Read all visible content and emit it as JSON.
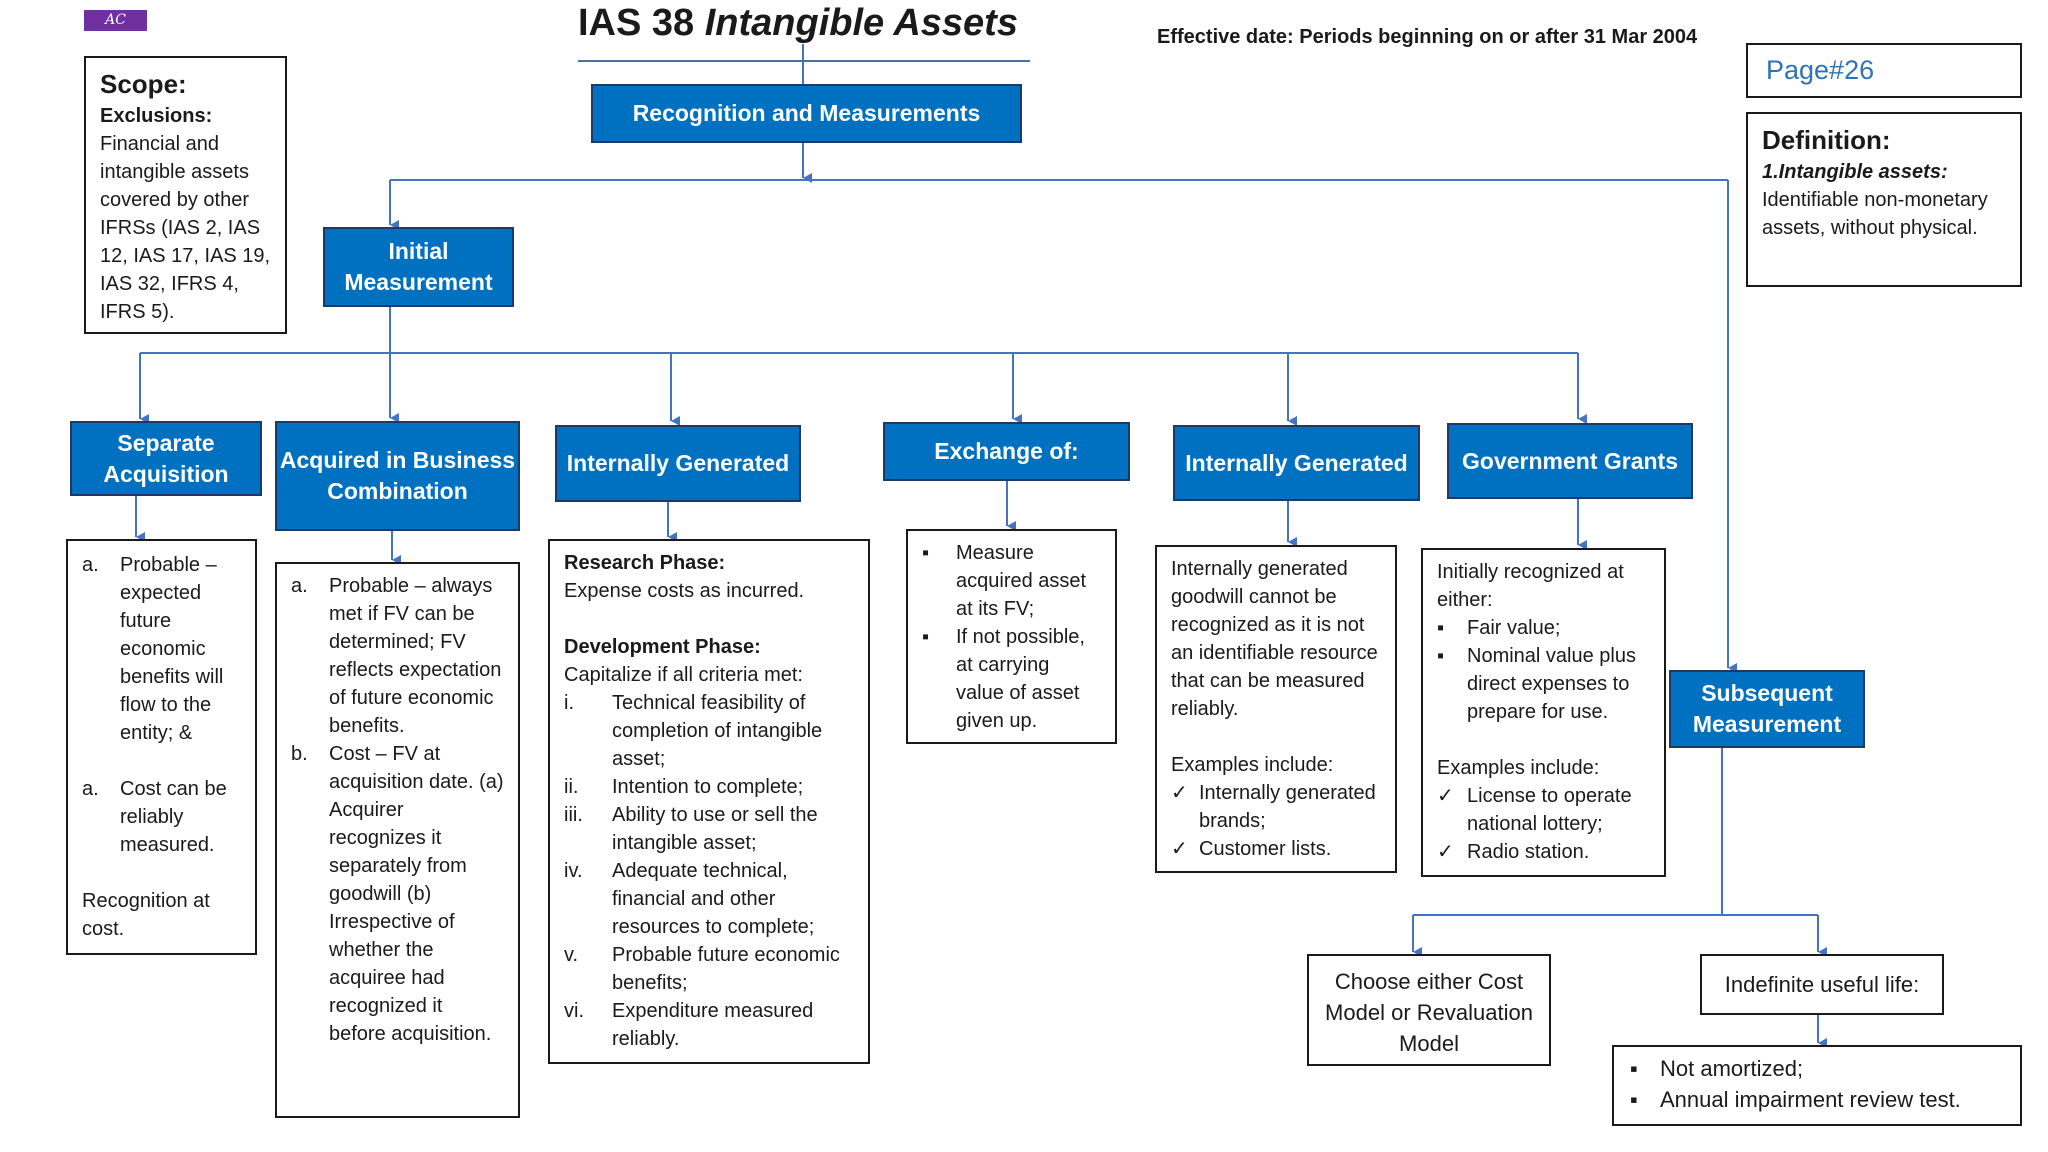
{
  "logo": "AC",
  "title": {
    "main": "IAS 38 ",
    "italic": "Intangible Assets"
  },
  "effective_date": "Effective date: Periods beginning on or after 31 Mar 2004",
  "page_number": "Page#26",
  "scope": {
    "heading": "Scope:",
    "sub": "Exclusions:",
    "body": "Financial and intangible assets covered by other IFRSs (IAS 2, IAS 12, IAS 17, IAS 19, IAS 32, IFRS 4, IFRS 5)."
  },
  "definition": {
    "heading": "Definition:",
    "term": "1.Intangible assets:",
    "body": "Identifiable non-monetary assets, without physical."
  },
  "nodes": {
    "root": "Recognition and Measurements",
    "initial": "Initial Measurement",
    "subsequent": "Subsequent Measurement",
    "separate": "Separate Acquisition",
    "business": "Acquired in Business Combination",
    "intgen1": "Internally Generated",
    "exchange": "Exchange of:",
    "intgen2": "Internally Generated",
    "grants": "Government Grants"
  },
  "separate_box": {
    "items": [
      {
        "marker": "a.",
        "text": "Probable – expected future economic benefits will flow to the entity; &"
      },
      {
        "marker": "a.",
        "text": "Cost can be reliably measured."
      }
    ],
    "footer": "Recognition at cost."
  },
  "business_box": {
    "items": [
      {
        "marker": "a.",
        "text": "Probable – always met if FV can be determined; FV reflects expectation of future economic benefits."
      },
      {
        "marker": "b.",
        "text": "Cost – FV at acquisition date. (a) Acquirer recognizes it separately from goodwill (b) Irrespective of whether the acquiree had recognized it before acquisition."
      }
    ]
  },
  "research_box": {
    "research_heading": "Research Phase:",
    "research_text": "Expense costs as incurred.",
    "dev_heading": "Development Phase:",
    "dev_intro": "Capitalize if all criteria met:",
    "criteria": [
      {
        "marker": "i.",
        "text": "Technical feasibility of completion of intangible asset;"
      },
      {
        "marker": "ii.",
        "text": "Intention to complete;"
      },
      {
        "marker": "iii.",
        "text": "Ability to use or sell the intangible asset;"
      },
      {
        "marker": "iv.",
        "text": "Adequate technical, financial and other resources to complete;"
      },
      {
        "marker": "v.",
        "text": "Probable future economic benefits;"
      },
      {
        "marker": "vi.",
        "text": "Expenditure measured reliably."
      }
    ]
  },
  "exchange_box": {
    "items": [
      {
        "marker": "▪",
        "text": "Measure acquired asset at its FV;"
      },
      {
        "marker": "▪",
        "text": "If not possible, at carrying value of asset given up."
      }
    ]
  },
  "goodwill_box": {
    "text": "Internally generated goodwill cannot be recognized as it is not an identifiable resource that can be measured reliably.",
    "examples_heading": "Examples include:",
    "examples": [
      {
        "marker": "✓",
        "text": "Internally generated brands;"
      },
      {
        "marker": "✓",
        "text": "Customer lists."
      }
    ]
  },
  "grants_box": {
    "intro": "Initially recognized at either:",
    "items": [
      {
        "marker": "▪",
        "text": "Fair value;"
      },
      {
        "marker": "▪",
        "text": "Nominal value plus direct expenses to prepare for use."
      }
    ],
    "examples_heading": "Examples include:",
    "examples": [
      {
        "marker": "✓",
        "text": "License to operate national lottery;"
      },
      {
        "marker": "✓",
        "text": "Radio station."
      }
    ]
  },
  "model_box": {
    "text": "Choose either Cost Model or Revaluation Model"
  },
  "indefinite_box": {
    "text": "Indefinite useful life:"
  },
  "amortization_box": {
    "items": [
      {
        "marker": "▪",
        "text": "Not amortized;"
      },
      {
        "marker": "▪",
        "text": "Annual impairment review test."
      }
    ]
  },
  "colors": {
    "accent": "#0070c0",
    "connector": "#4472c4",
    "page_number": "#2e74b5",
    "logo": "#7030a0"
  }
}
